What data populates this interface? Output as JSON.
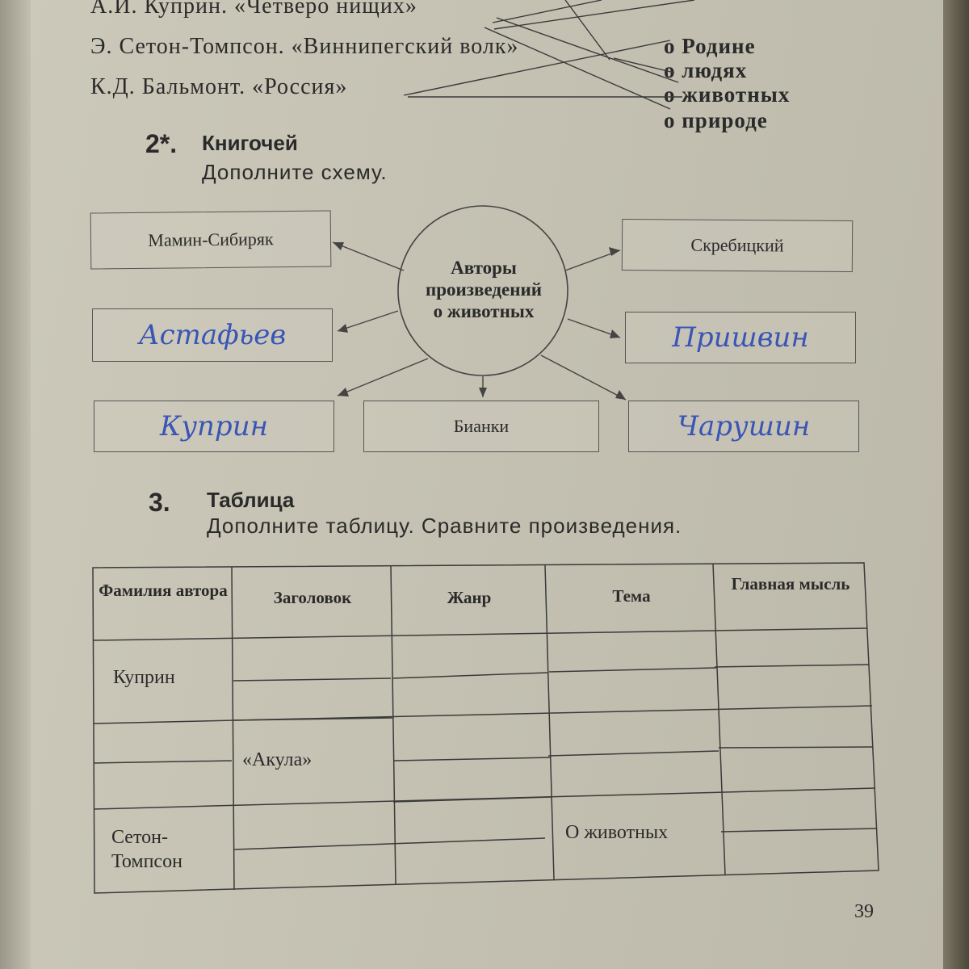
{
  "exercise1": {
    "sources": [
      "А.И. Куприн. «Четверо нищих»",
      "Э. Сетон-Томпсон. «Виннипегский волк»",
      "К.Д. Бальмонт. «Россия»"
    ],
    "topics": [
      "о Родине",
      "о людях",
      "о животных",
      "о природе"
    ]
  },
  "exercise2": {
    "number": "2*.",
    "title": "Книгочей",
    "instruction": "Дополните схему.",
    "center": [
      "Авторы",
      "произведений",
      "о животных"
    ],
    "boxes": {
      "mamin": "Мамин-Сибиряк",
      "astafiev": "Астафьев",
      "kuprin": "Куприн",
      "bianki": "Бианки",
      "skrebitsky": "Скребицкий",
      "prishvin": "Пришвин",
      "charushin": "Чарушин"
    }
  },
  "exercise3": {
    "number": "3.",
    "title": "Таблица",
    "instruction": "Дополните таблицу. Сравните произведения.",
    "headers": [
      "Фамилия автора",
      "Заголовок",
      "Жанр",
      "Тема",
      "Главная мысль"
    ],
    "cells": {
      "row1_author": "Куприн",
      "row2_title": "«Акула»",
      "row3_author": "Сетон-Томпсон",
      "row3_theme": "О животных"
    }
  },
  "page_number": "39",
  "colors": {
    "paper": "#c8c5b6",
    "ink": "#2a2a2a",
    "handwriting": "#3a55b5"
  }
}
